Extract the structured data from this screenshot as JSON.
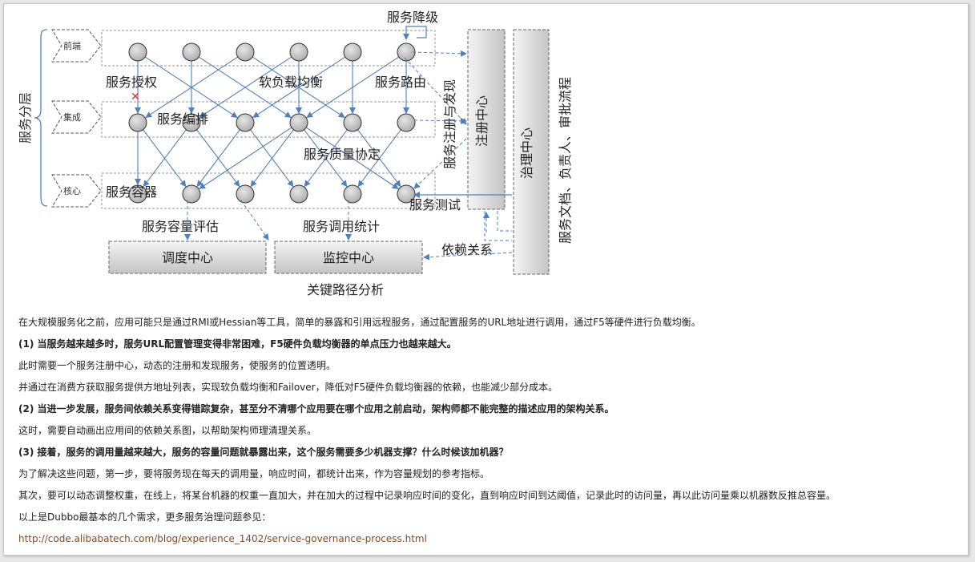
{
  "diagram": {
    "title_degrade": "服务降级",
    "layer_axis": "服务分层",
    "layers": {
      "front": "前端",
      "integration": "集成",
      "core": "核心"
    },
    "labels": {
      "auth": "服务授权",
      "lb": "软负载均衡",
      "routing": "服务路由",
      "orchestration": "服务编排",
      "qos": "服务质量协定",
      "container": "服务容器",
      "test": "服务测试",
      "capacity": "服务容量评估",
      "stats": "服务调用统计",
      "dependency": "依赖关系",
      "registry_discovery": "服务注册与发现",
      "critical_path": "关键路径分析",
      "docs": "服务文档、负责人、审批流程"
    },
    "boxes": {
      "registry": "注册中心",
      "governance": "治理中心",
      "scheduler": "调度中心",
      "monitor": "监控中心"
    },
    "colors": {
      "node_fill": "#c8c8c8",
      "arrow": "#4f81bd",
      "cross": "#d03030"
    }
  },
  "article": {
    "p1": "在大规模服务化之前，应用可能只是通过RMI或Hessian等工具，简单的暴露和引用远程服务，通过配置服务的URL地址进行调用，通过F5等硬件进行负载均衡。",
    "p2": "(1) 当服务越来越多时，服务URL配置管理变得非常困难，F5硬件负载均衡器的单点压力也越来越大。",
    "p3": "此时需要一个服务注册中心，动态的注册和发现服务，使服务的位置透明。",
    "p4": "并通过在消费方获取服务提供方地址列表，实现软负载均衡和Failover，降低对F5硬件负载均衡器的依赖，也能减少部分成本。",
    "p5": "(2) 当进一步发展，服务间依赖关系变得错踪复杂，甚至分不清哪个应用要在哪个应用之前启动，架构师都不能完整的描述应用的架构关系。",
    "p6": "这时，需要自动画出应用间的依赖关系图，以帮助架构师理清理关系。",
    "p7": "(3) 接着，服务的调用量越来越大，服务的容量问题就暴露出来，这个服务需要多少机器支撑？什么时候该加机器？",
    "p8": "为了解决这些问题，第一步，要将服务现在每天的调用量，响应时间，都统计出来，作为容量规划的参考指标。",
    "p9": "其次，要可以动态调整权重，在线上，将某台机器的权重一直加大，并在加大的过程中记录响应时间的变化，直到响应时间到达阈值，记录此时的访问量，再以此访问量乘以机器数反推总容量。",
    "p10": "以上是Dubbo最基本的几个需求，更多服务治理问题参见：",
    "link": "http://code.alibabatech.com/blog/experience_1402/service-governance-process.html"
  }
}
